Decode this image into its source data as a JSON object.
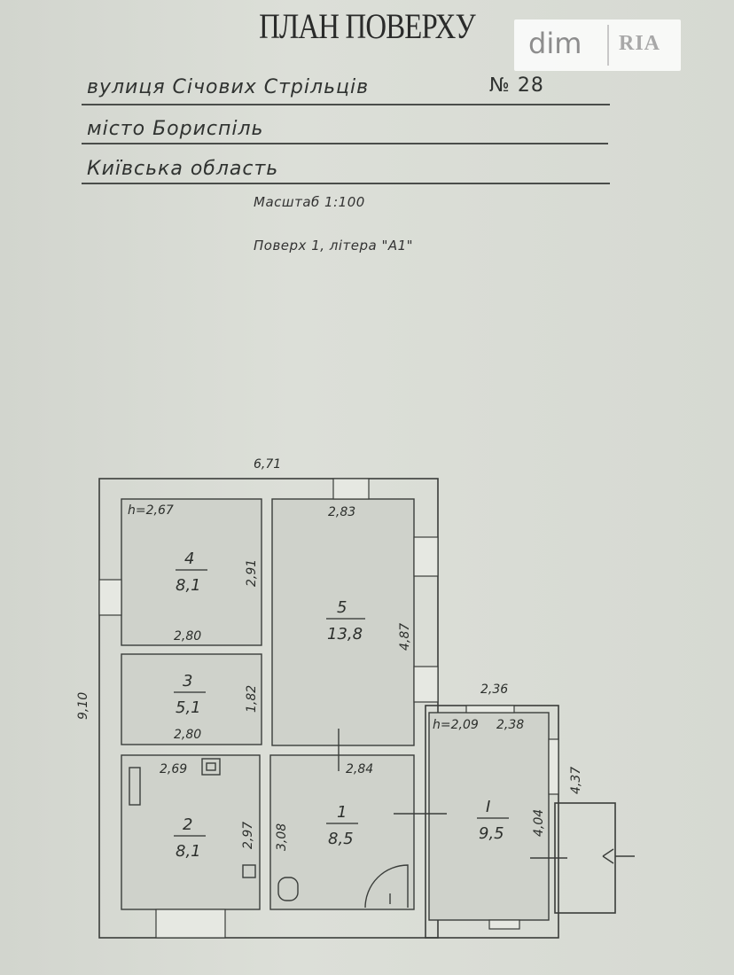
{
  "header": {
    "title": "ПЛАН ПОВЕРХУ",
    "street": "вулиця Січових Стрільців",
    "number": "№ 28",
    "city": "місто Бориспіль",
    "region": "Київська область",
    "scale": "Масштаб 1:100",
    "floor": "Поверх 1, літера \"А1\""
  },
  "watermark": {
    "left": "dim",
    "right": "RIA"
  },
  "plan": {
    "overall_width": "6,71",
    "overall_height": "9,10",
    "rooms": [
      {
        "id": "4",
        "area": "8,1",
        "dims": [
          "2,91",
          "2,80"
        ],
        "height": "h=2,67"
      },
      {
        "id": "5",
        "area": "13,8",
        "dims": [
          "2,83",
          "4,87"
        ]
      },
      {
        "id": "3",
        "area": "5,1",
        "dims": [
          "1,82",
          "2,80"
        ]
      },
      {
        "id": "2",
        "area": "8,1",
        "dims": [
          "2,69",
          "2,97"
        ]
      },
      {
        "id": "1",
        "area": "8,5",
        "dims": [
          "2,84",
          "3,08"
        ]
      },
      {
        "id": "I",
        "area": "9,5",
        "dims": [
          "2,38",
          "4,04"
        ],
        "height": "h=2,09"
      }
    ],
    "annex_width": "2,36",
    "annex_height": "4,37"
  }
}
